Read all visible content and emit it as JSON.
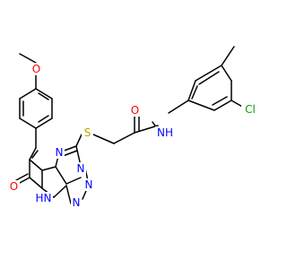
{
  "molecule": {
    "colors": {
      "carbon_bond": "#000000",
      "oxygen": "#ff0000",
      "nitrogen": "#0000ff",
      "sulfur": "#b8a500",
      "chlorine": "#00a000"
    },
    "atoms": {
      "carbonyl_oxygen_amide": "O",
      "amide_nh": "NH",
      "sulfur": "S",
      "chlorine": "Cl",
      "ring_oxygen": "O",
      "methoxy_oxygen": "O",
      "n_ring_upper": "N",
      "n_ring_bridge": "N",
      "n_triazole_1": "N",
      "n_triazole_2": "N",
      "ring_nh": "H",
      "ring_nh_n": "N"
    }
  }
}
